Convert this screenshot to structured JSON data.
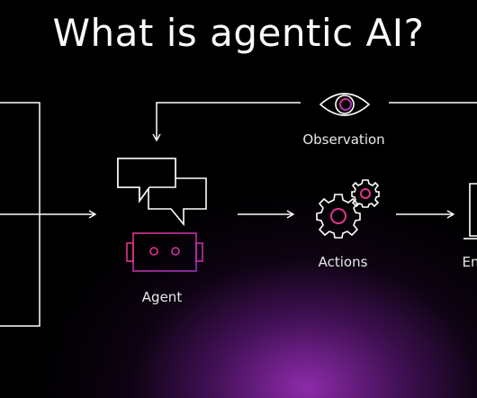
{
  "title": "What is agentic AI?",
  "labels": {
    "observation": "Observation",
    "actions": "Actions",
    "agent": "Agent",
    "environment_partial": "En"
  },
  "colors": {
    "background": "#000000",
    "line": "#ffffff",
    "accent_pink": "#e0348a",
    "accent_purple": "#9b2fc0",
    "glow": "#8e2aa8"
  },
  "icons": {
    "observation": "eye-icon",
    "agent_chat": "chat-bubbles-icon",
    "agent_robot": "robot-face-icon",
    "actions": "gears-icon",
    "environment": "laptop-icon"
  }
}
